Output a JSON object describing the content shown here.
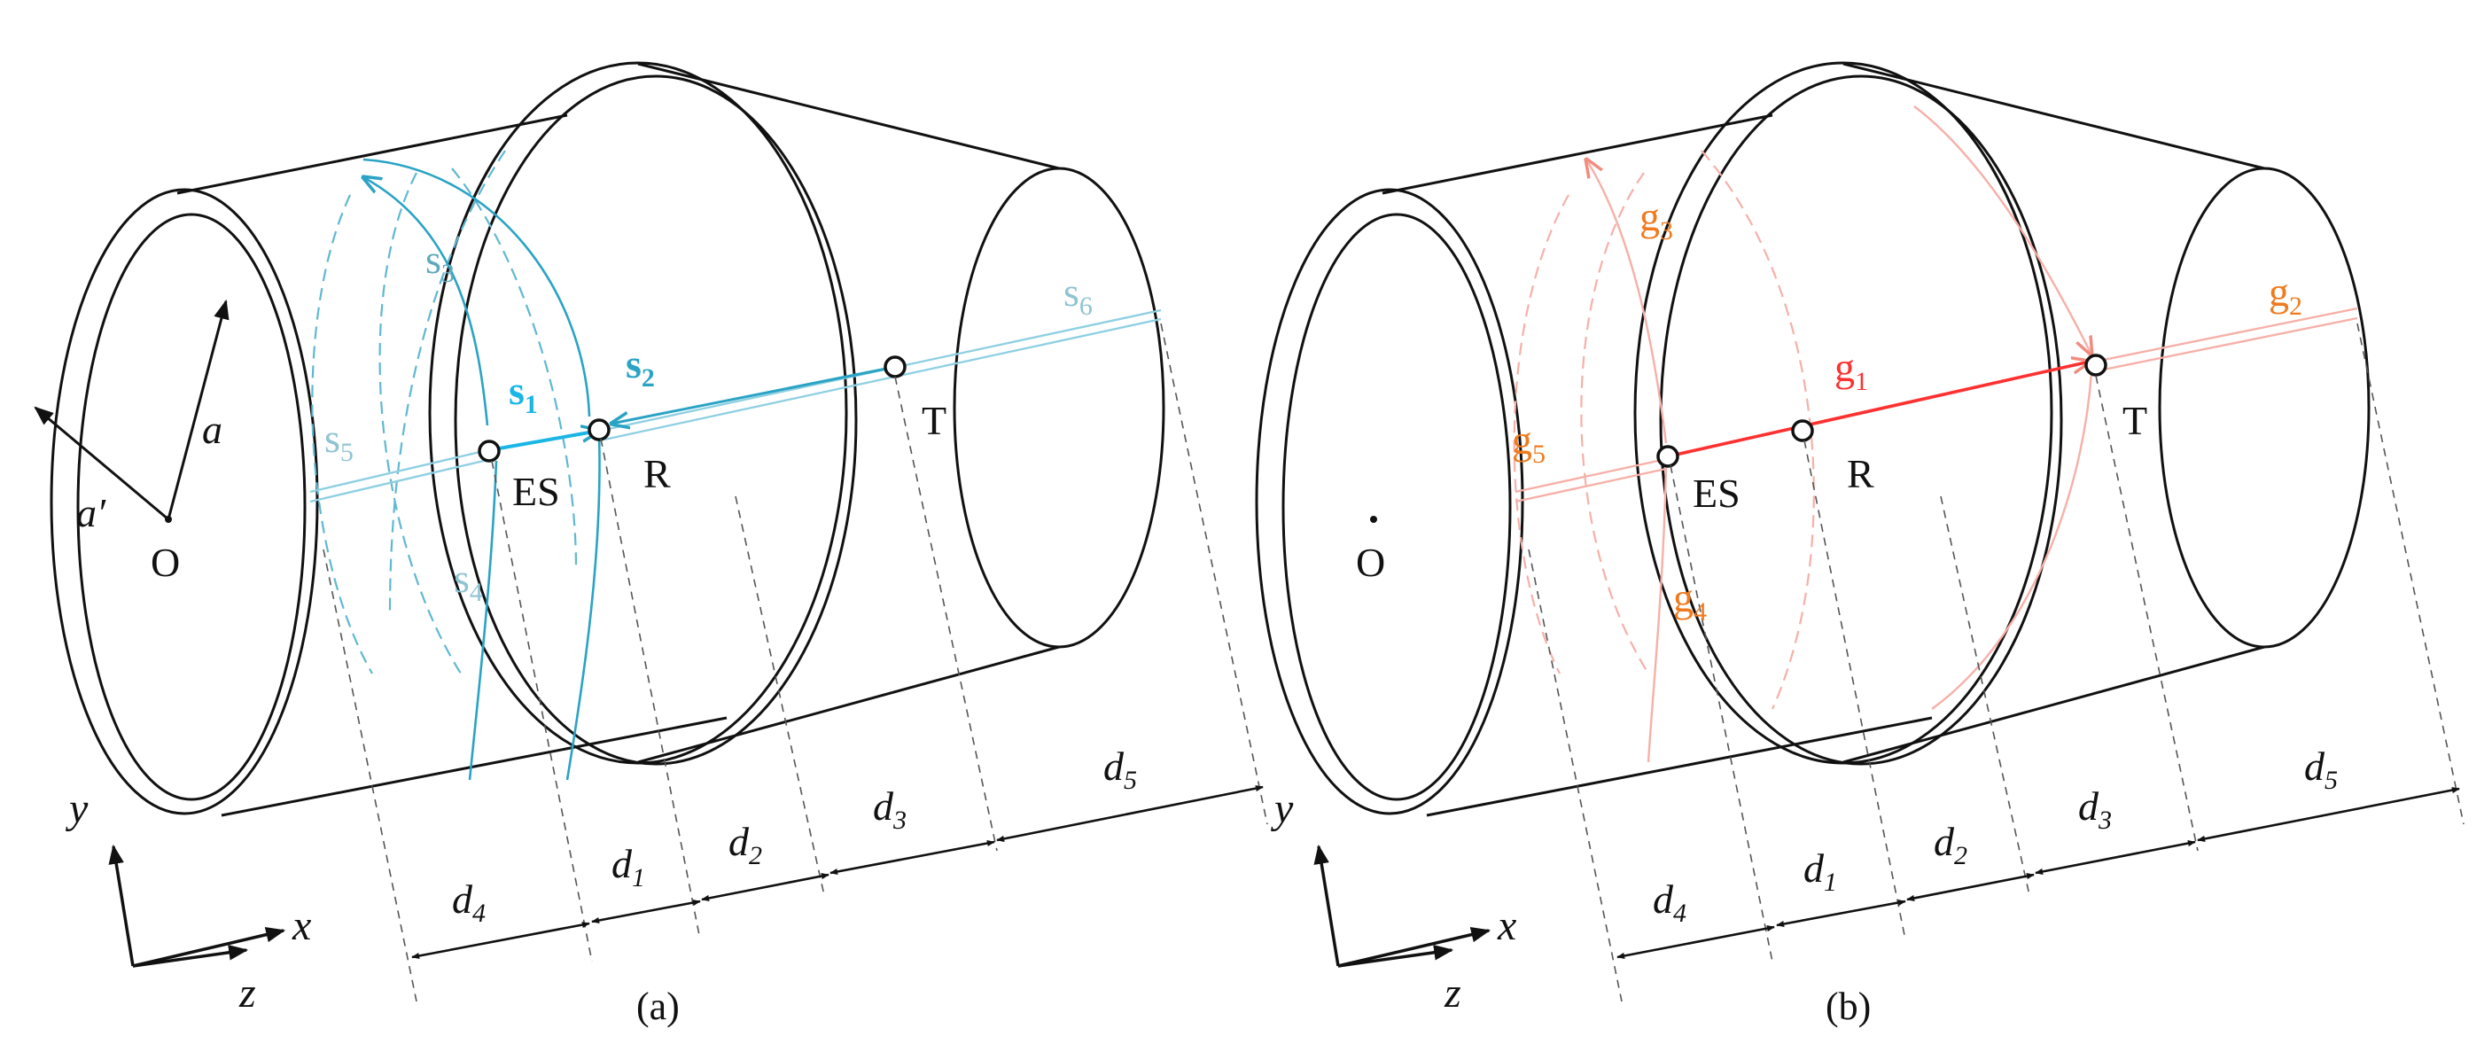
{
  "colors": {
    "line": "#111111",
    "blue": "#2aa3c4",
    "blue_light": "#8fd0e2",
    "blue_bright": "#19b6e6",
    "red": "#ff3030",
    "red_light": "#f6b0a8",
    "orange": "#f07a1d"
  },
  "panels": {
    "a": {
      "caption": "(a)",
      "origin": "O",
      "radius_outer": "a",
      "radius_inner": "a′",
      "point_es": "ES",
      "point_r": "R",
      "point_t": "T",
      "paths": {
        "p1": {
          "letter": "s",
          "num": "1"
        },
        "p2": {
          "letter": "s",
          "num": "2"
        },
        "p3": {
          "letter": "s",
          "num": "3"
        },
        "p4": {
          "letter": "s",
          "num": "4"
        },
        "p5": {
          "letter": "s",
          "num": "5"
        },
        "p6": {
          "letter": "s",
          "num": "6"
        }
      }
    },
    "b": {
      "caption": "(b)",
      "origin": "O",
      "point_es": "ES",
      "point_r": "R",
      "point_t": "T",
      "paths": {
        "p1": {
          "letter": "g",
          "num": "1"
        },
        "p2": {
          "letter": "g",
          "num": "2"
        },
        "p3": {
          "letter": "g",
          "num": "3"
        },
        "p4": {
          "letter": "g",
          "num": "4"
        },
        "p5": {
          "letter": "g",
          "num": "5"
        }
      }
    }
  },
  "dims": {
    "d1": {
      "letter": "d",
      "num": "1"
    },
    "d2": {
      "letter": "d",
      "num": "2"
    },
    "d3": {
      "letter": "d",
      "num": "3"
    },
    "d4": {
      "letter": "d",
      "num": "4"
    },
    "d5": {
      "letter": "d",
      "num": "5"
    }
  },
  "axes": {
    "x": "x",
    "y": "y",
    "z": "z"
  }
}
